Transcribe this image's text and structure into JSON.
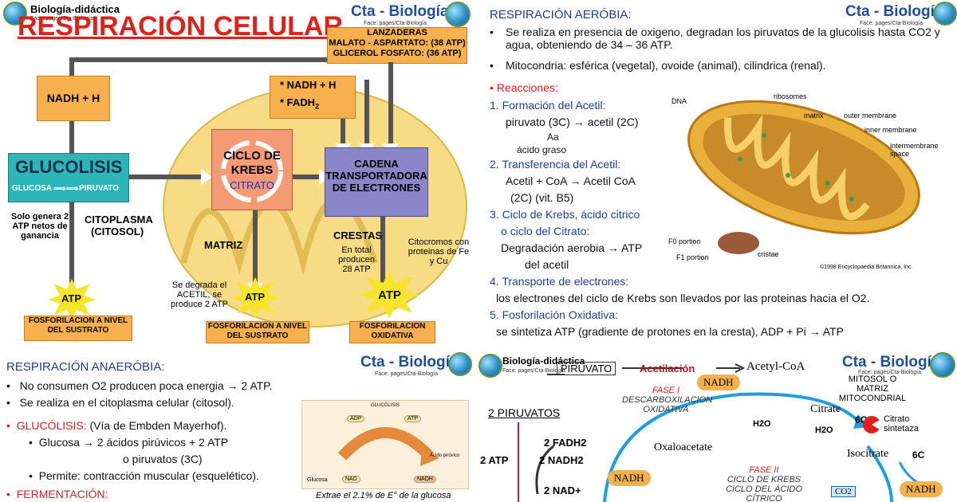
{
  "watermark": {
    "text": "Cta - Biología",
    "pages": "pages/Cta-Biología"
  },
  "brand": {
    "name": "Cta - Biología",
    "sub": "Face:  pages/Cta-Biología",
    "alt_name": "Biología-didáctica",
    "alt_sub": "Face:  pages/Cta-Biología"
  },
  "panel1": {
    "title": "RESPIRACIÓN CELULAR",
    "lanzaderas": {
      "title": "LANZADERAS",
      "line1": "MALATO - ASPARTATO: (38 ATP)",
      "line2": "GLICEROL FOSFATO: (36 ATP)"
    },
    "nadh_box": "NADH + H",
    "nadh_fadh_line1": "* NADH + H",
    "nadh_fadh_line2": "* FADH",
    "nadh_fadh_sub": "2",
    "glucolisis": "GLUCOLISIS",
    "glucosa": "GLUCOSA",
    "piruvato": "PIRUVATO",
    "krebs_line1": "CICLO DE",
    "krebs_line2": "KREBS",
    "citrato": "CITRATO",
    "cadena_line1": "CADENA",
    "cadena_line2": "TRANSPORTADORA",
    "cadena_line3": "DE ELECTRONES",
    "solo_genera": "Solo genera 2 ATP netos de ganancia",
    "citoplasma_line1": "CITOPLASMA",
    "citoplasma_line2": "(CITOSOL)",
    "matriz": "MATRIZ",
    "crestas": "CRESTAS",
    "en_total": "En total producen 28 ATP",
    "citocromos": "Citocromos con proteinas de Fe y Cu",
    "se_degrada": "Se degrada el ACETIL, se produce 2 ATP",
    "atp": "ATP",
    "fosfo1": "FOSFORILACION A NIVEL DEL SUSTRATO",
    "fosfo2": "FOSFORILACION A NIVEL DEL SUSTRATO",
    "fosfo3": "FOSFORILACION OXIDATIVA"
  },
  "panel2": {
    "title": "RESPIRACIÓN AERÓBIA:",
    "bullet1": "Se realiza en presencia de oxigeno, degradan los piruvatos de la glucolisis hasta CO2 y agua, obteniendo de 34 – 36 ATP.",
    "bullet2": "Mitocondria: esférica (vegetal), ovoide (animal), cilindrica (renal).",
    "reacciones": "Reacciones:",
    "r1": "1. Formación del Acetil:",
    "r1a": "piruvato (3C) → acetil (2C)",
    "r1_aa": "Aa",
    "r1_acido": "ácido graso",
    "r2": "2. Transferencia del Acetil:",
    "r2a": "Acetil + CoA → Acetil CoA",
    "r2b": "(2C)   (vit. B5)",
    "r3": "3. Ciclo de Krebs, ácido citrico",
    "r3b": "o ciclo del Citrato:",
    "r3c": "Degradación aerobia → ATP",
    "r3d": "del acetil",
    "r4": "4. Transporte de electrones:",
    "r4a": "los electrones del ciclo de Krebs son llevados por las proteinas hacia el O2.",
    "r5": "5. Fosforilación Oxidativa:",
    "r5a": "se sintetiza ATP (gradiente de protones en la cresta),    ADP + Pi → ATP",
    "mito_labels": {
      "dna": "DNA",
      "ribosomes": "ribosomes",
      "matrix": "matrix",
      "outer": "outer membrane",
      "inner": "inner membrane",
      "intermembrane": "intermembrane space",
      "cristae": "cristae",
      "f0": "F0 portion",
      "f1": "F1 portion",
      "copyright": "©1998 Encyclopaedia Britannica, Inc."
    }
  },
  "panel3": {
    "title": "RESPIRACIÓN ANAERÓBIA:",
    "b1": "No consumen O2 producen poca energia → 2 ATP.",
    "b2": "Se realiza en el citoplasma celular (citosol).",
    "glucolisis": "GLUCÓLISIS:",
    "glucolisis_rest": "(Vía de Embden  Mayerhof).",
    "g1": "Glucosa →  2 ácidos pirúvicos  +  2 ATP",
    "g1b": "o piruvatos (3C)",
    "g2": "Permite: contracción muscular (esquelético).",
    "fermentacion": "FERMENTACIÓN:",
    "fig_title": "GLUCÓLISIS",
    "fig_glucosa": "Glucosa",
    "fig_acido": "Ácido pirúvico",
    "fig_caption": "Extrae el 2.1% de E° de la glucosa",
    "fig_adp": "ADP",
    "fig_atp": "ATP",
    "fig_nad": "NAD",
    "fig_nadh": "NADH"
  },
  "panel4": {
    "piruvato": "PIRUVATO",
    "acetilacion": "Acetilación",
    "acetyl_coa": "Acetyl-CoA",
    "mitosol_line1": "MITOSOL O MATRIZ",
    "mitosol_line2": "MITOCONDRIAL",
    "nadh": "NADH",
    "fase1": "FASE I",
    "fase1a": "DESCARBOXILACION",
    "fase1b": "OXIDATIVA",
    "h2o": "H2O",
    "citrate": "Citrate",
    "six_c": "6C",
    "citrato_sint_line1": "Citrato",
    "citrato_sint_line2": "sintetaza",
    "oxaloacetate": "Oxaloacetate",
    "isocitrate": "Isocitrate",
    "fase2": "FASE II",
    "fase2a": "CICLO DE KREBS",
    "fase2b": "CICLO DEL ÁCIDO CÍTRICO",
    "co2": "CO2",
    "dos_piruvatos": "2 PIRUVATOS",
    "fadh": "2 FADH2",
    "nadh2": "2 NADH2",
    "atp2": "2 ATP",
    "nad": "2 NAD+"
  }
}
